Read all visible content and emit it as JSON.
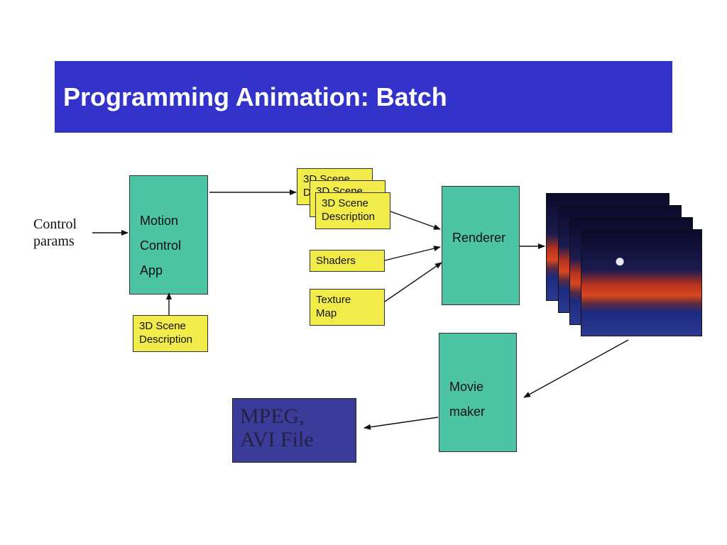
{
  "title": "Programming Animation: Batch",
  "labels": {
    "control_params": "Control params"
  },
  "boxes": {
    "motion_control": "Motion\nControl\nApp",
    "scene_desc_input": "3D Scene Description",
    "scene_desc_stack": [
      "3D Scene Description",
      "3D Scene Description",
      "3D Scene Description"
    ],
    "shaders": "Shaders",
    "texture_map": "Texture Map",
    "renderer": "Renderer",
    "movie_maker": "Movie\nmaker",
    "mpeg_file": "MPEG, AVI File"
  },
  "colors": {
    "title_bg": "#3333cc",
    "process_box": "#4dc4a4",
    "data_box": "#f2ec4a",
    "output_file": "#3b3b99"
  }
}
